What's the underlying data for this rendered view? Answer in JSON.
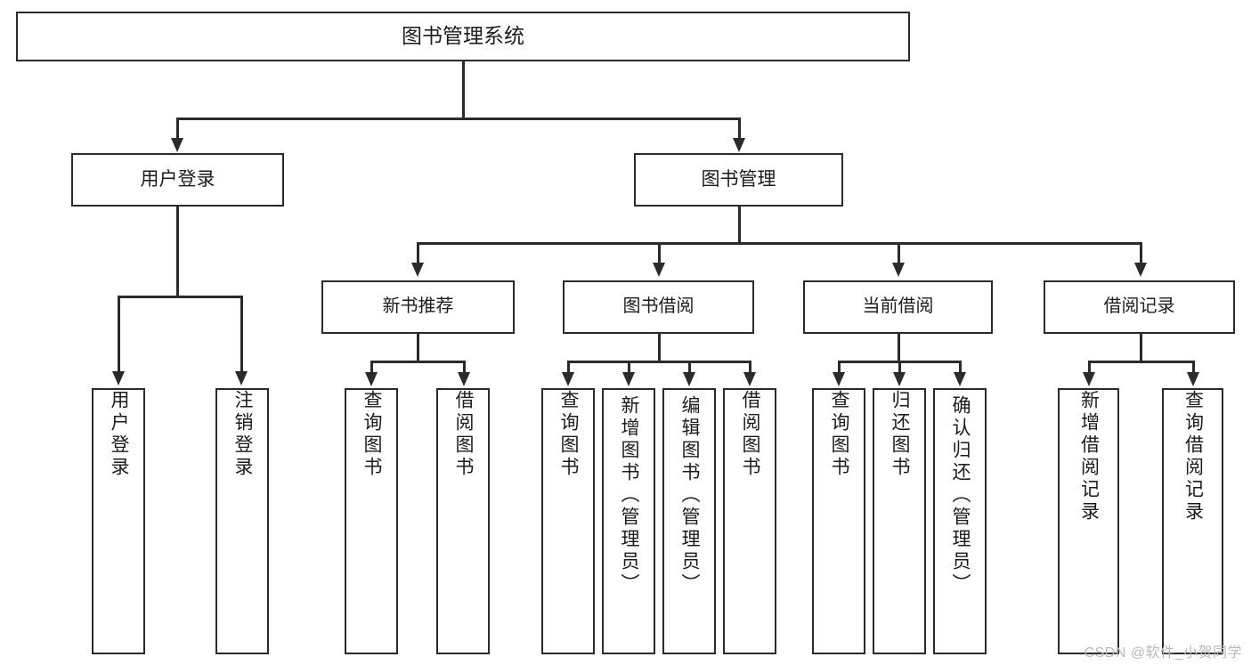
{
  "diagram": {
    "title": "图书管理系统",
    "watermark": "CSDN @软件_小贺同学",
    "root": {
      "label": "图书管理系统"
    },
    "level1": [
      {
        "label": "用户登录"
      },
      {
        "label": "图书管理"
      }
    ],
    "level2": [
      {
        "label": "新书推荐"
      },
      {
        "label": "图书借阅"
      },
      {
        "label": "当前借阅"
      },
      {
        "label": "借阅记录"
      }
    ],
    "leaves": [
      {
        "label": "用户登录"
      },
      {
        "label": "注销登录"
      },
      {
        "label": "查询图书"
      },
      {
        "label": "借阅图书"
      },
      {
        "label": "查询图书"
      },
      {
        "label": "新增图书（管理员）"
      },
      {
        "label": "编辑图书（管理员）"
      },
      {
        "label": "借阅图书"
      },
      {
        "label": "查询图书"
      },
      {
        "label": "归还图书"
      },
      {
        "label": "确认归还（管理员）"
      },
      {
        "label": "新增借阅记录"
      },
      {
        "label": "查询借阅记录"
      }
    ],
    "colors": {
      "stroke": "#2b2b2b",
      "fill": "#ffffff",
      "text": "#1c1c1c",
      "watermark": "#b9b9b9"
    }
  }
}
